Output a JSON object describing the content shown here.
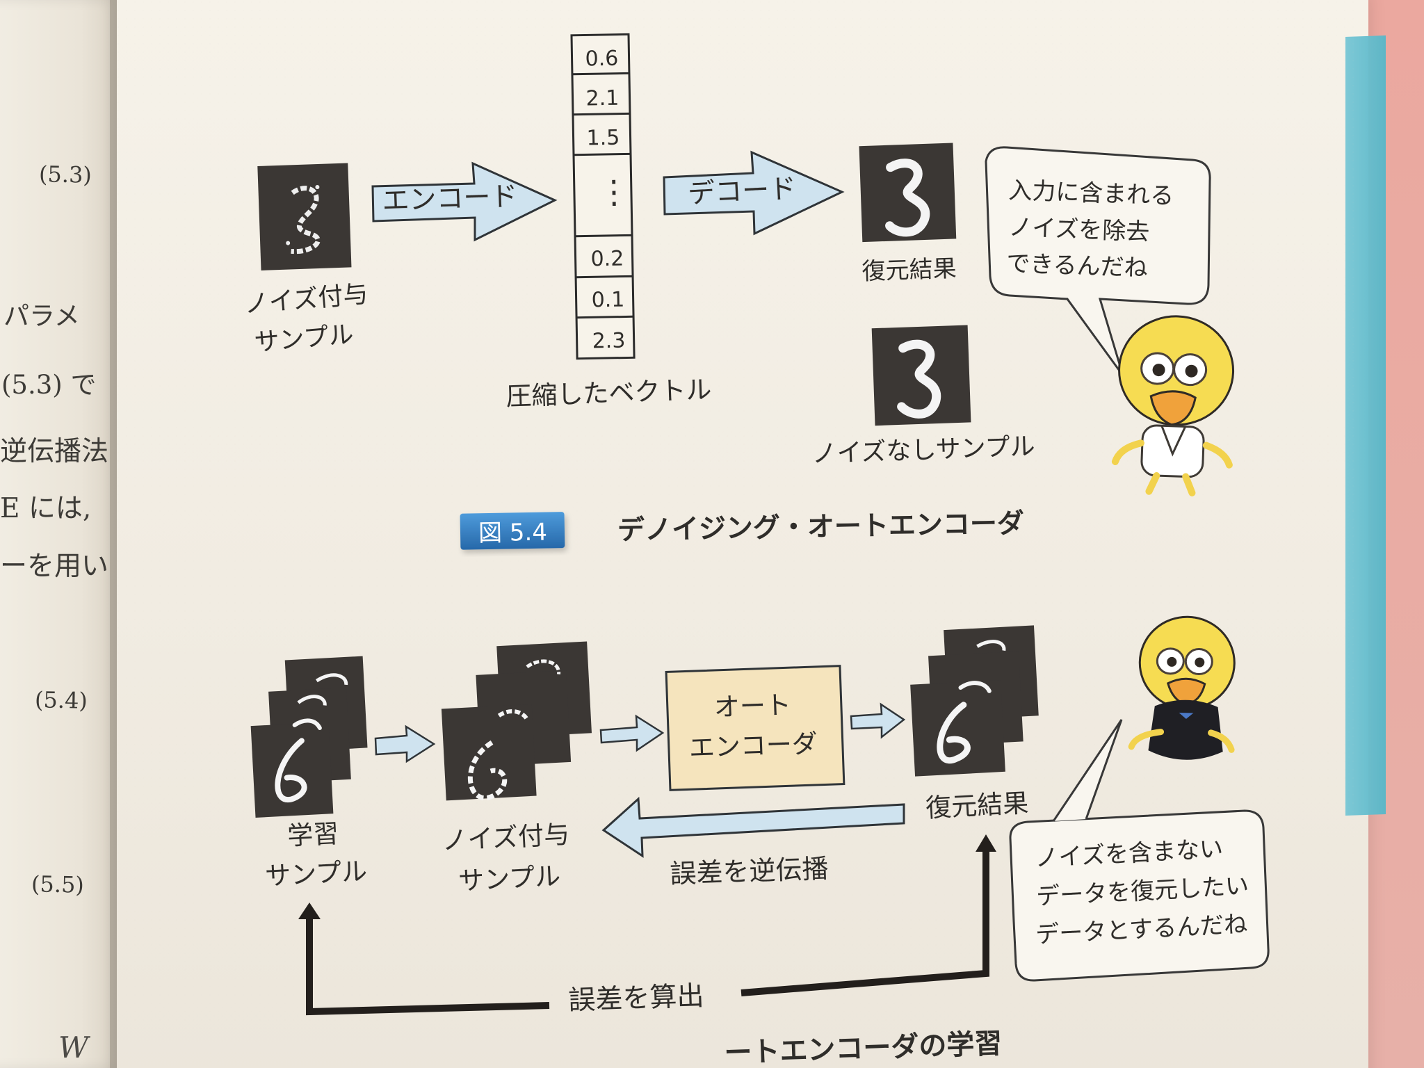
{
  "left_page": {
    "equation_labels": [
      "(5.3)",
      "(5.4)",
      "(5.5)"
    ],
    "text_lines": [
      "パラメ",
      "(5.3) で",
      "逆伝播法",
      "E には,",
      "ーを用い"
    ],
    "bottom_mark": "W"
  },
  "figure_54": {
    "caption_badge": "図 5.4",
    "caption_title": "デノイジング・オートエンコーダ",
    "arrow_encode": "エンコード",
    "arrow_decode": "デコード",
    "vector_values": [
      "0.6",
      "2.1",
      "1.5",
      "0.2",
      "0.1",
      "2.3"
    ],
    "vector_ellipsis": "⋮",
    "vector_label": "圧縮したベクトル",
    "noisy_sample_label_line1": "ノイズ付与",
    "noisy_sample_label_line2": "サンプル",
    "reconstructed_label": "復元結果",
    "clean_sample_label": "ノイズなしサンプル",
    "speech_bubble_lines": [
      "入力に含まれる",
      "ノイズを除去",
      "できるんだね"
    ]
  },
  "figure_55": {
    "train_sample_line1": "学習",
    "train_sample_line2": "サンプル",
    "noisy_sample_line1": "ノイズ付与",
    "noisy_sample_line2": "サンプル",
    "autoencoder_line1": "オート",
    "autoencoder_line2": "エンコーダ",
    "reconstructed_label": "復元結果",
    "backprop_label": "誤差を逆伝播",
    "error_label": "誤差を算出",
    "speech_bubble_lines": [
      "ノイズを含まない",
      "データを復元したい",
      "データとするんだね"
    ],
    "caption_partial": "ートエンコーダの学習"
  },
  "colors": {
    "page_background": "#f1ece2",
    "table_background": "#e9a79f",
    "book_edge": "#57b7c8",
    "arrow_fill": "#cfe3ef",
    "arrow_stroke": "#2f3438",
    "badge": "#2f78b8",
    "autoencoder_box": "#f5e4bd",
    "image_tile": "#3b3734"
  },
  "icons": {
    "mascot": "owl-mascot-icon"
  }
}
